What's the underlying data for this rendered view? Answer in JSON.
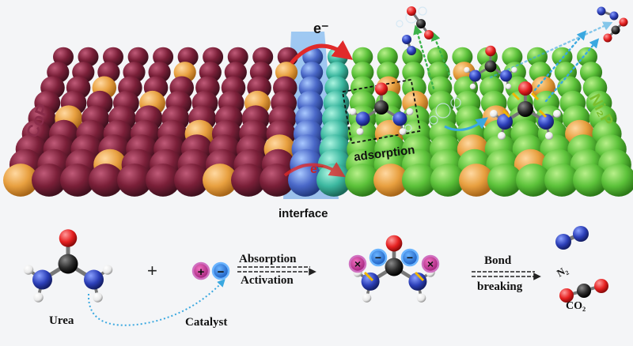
{
  "labels": {
    "cop": "CoP",
    "ni2p": "Ni₂P",
    "adsorption": "adsorption",
    "interface": "interface",
    "electron_top": "e⁻",
    "electron_bottom": "e⁻",
    "urea": "Urea",
    "catalyst": "Catalyst",
    "absorption": "Absorption",
    "activation": "Activation",
    "bond": "Bond",
    "breaking": "breaking",
    "n2": "N₂",
    "co2": "CO₂"
  },
  "symbols": {
    "plus": "+",
    "positive": "+",
    "negative": "−",
    "delta_pos": "×",
    "delta_neg": "−"
  },
  "colors": {
    "cop_atom": "#7a1f38",
    "ni2p_atom": "#5cc23a",
    "p_atom": "#e8a040",
    "interface_band": "#5aa0e0",
    "nitrogen": "#2c3fb8",
    "carbon": "#2a2a2a",
    "oxygen": "#e52020",
    "hydrogen": "#ffffff",
    "arrow_red": "#e02a2a",
    "arrow_dotted_blue": "#3aa8e0",
    "arrow_dotted_green": "#3cb24a"
  }
}
